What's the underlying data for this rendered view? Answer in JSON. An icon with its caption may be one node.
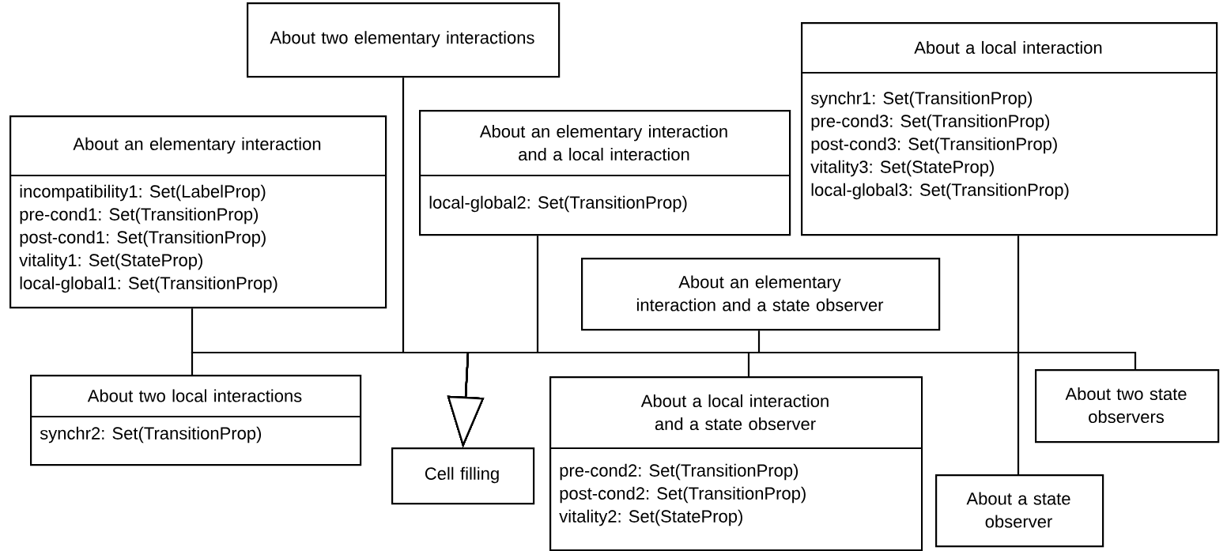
{
  "diagram": {
    "nodes": [
      {
        "text": [
          "About two elementary interactions"
        ]
      },
      {
        "text": [
          "About an elementary interaction",
          "incompatibility1: Set(LabelProp)",
          "pre-cond1: Set(TransitionProp)",
          "post-cond1: Set(TransitionProp)",
          "vitality1: Set(StateProp)",
          "local-global1: Set(TransitionProp)"
        ]
      },
      {
        "text": [
          "About an elementary interaction and a local interaction",
          "local-global2: Set(TransitionProp)"
        ]
      },
      {
        "text": [
          "About a local interaction",
          "synchr1: Set(TransitionProp)",
          "pre-cond3: Set(TransitionProp)",
          "post-cond3: Set(TransitionProp)",
          "vitality3: Set(StateProp)",
          "local-global3: Set(TransitionProp)"
        ]
      },
      {
        "text": [
          "About an elementary interaction and a state observer"
        ]
      },
      {
        "text": [
          "About two local interactions",
          "synchr2: Set(TransitionProp)"
        ]
      },
      {
        "text": [
          "Cell filling"
        ]
      },
      {
        "text": [
          "About a local interaction and a state observer",
          "pre-cond2: Set(TransitionProp)",
          "post-cond2: Set(TransitionProp)",
          "vitality2: Set(StateProp)"
        ]
      },
      {
        "text": [
          "About a state observer"
        ]
      },
      {
        "text": [
          "About two state observers"
        ]
      }
    ],
    "edges": [
      {
        "from": 0,
        "to": 6,
        "arrow": "to"
      },
      {
        "from": 1,
        "to": 6,
        "arrow": "to"
      },
      {
        "from": 2,
        "to": 6,
        "arrow": "to"
      },
      {
        "from": 3,
        "to": 6,
        "arrow": "to"
      },
      {
        "from": 4,
        "to": 6,
        "arrow": "to"
      },
      {
        "from": 5,
        "to": 6,
        "arrow": "to"
      },
      {
        "from": 7,
        "to": 6,
        "arrow": "to"
      },
      {
        "from": 8,
        "to": 6,
        "arrow": "to"
      },
      {
        "from": 9,
        "to": 6,
        "arrow": "to"
      }
    ]
  }
}
